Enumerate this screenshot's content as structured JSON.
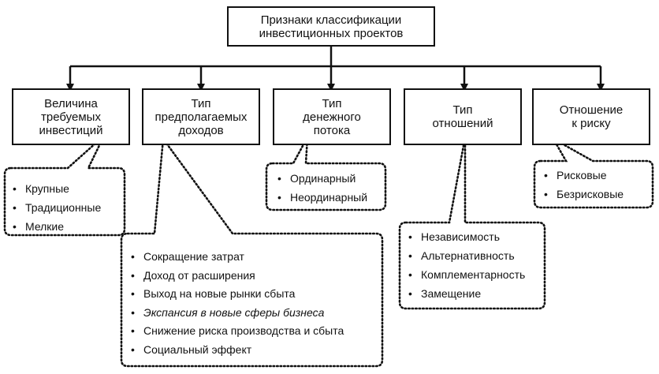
{
  "root": {
    "label": "Признаки классификации\nинвестиционных проектов"
  },
  "categories": [
    {
      "id": "investment",
      "label": "Величина\nтребуемых\nинвестиций",
      "items": [
        "Крупные",
        "Традиционные",
        "Мелкие"
      ]
    },
    {
      "id": "income",
      "label": "Тип\nпредполагаемых\nдоходов",
      "items": [
        "Сокращение затрат",
        "Доход от расширения",
        "Выход на новые рынки сбыта",
        "Экспансия в новые сферы бизнеса",
        "Снижение риска производства и сбыта",
        "Социальный эффект"
      ]
    },
    {
      "id": "cashflow",
      "label": "Тип\nденежного\nпотока",
      "items": [
        "Ординарный",
        "Неординарный"
      ]
    },
    {
      "id": "relations",
      "label": "Тип\nотношений",
      "items": [
        "Независимость",
        "Альтернативность",
        "Комплементарность",
        "Замещение"
      ]
    },
    {
      "id": "risk",
      "label": "Отношение\nк риску",
      "items": [
        "Рисковые",
        "Безрисковые"
      ]
    }
  ]
}
